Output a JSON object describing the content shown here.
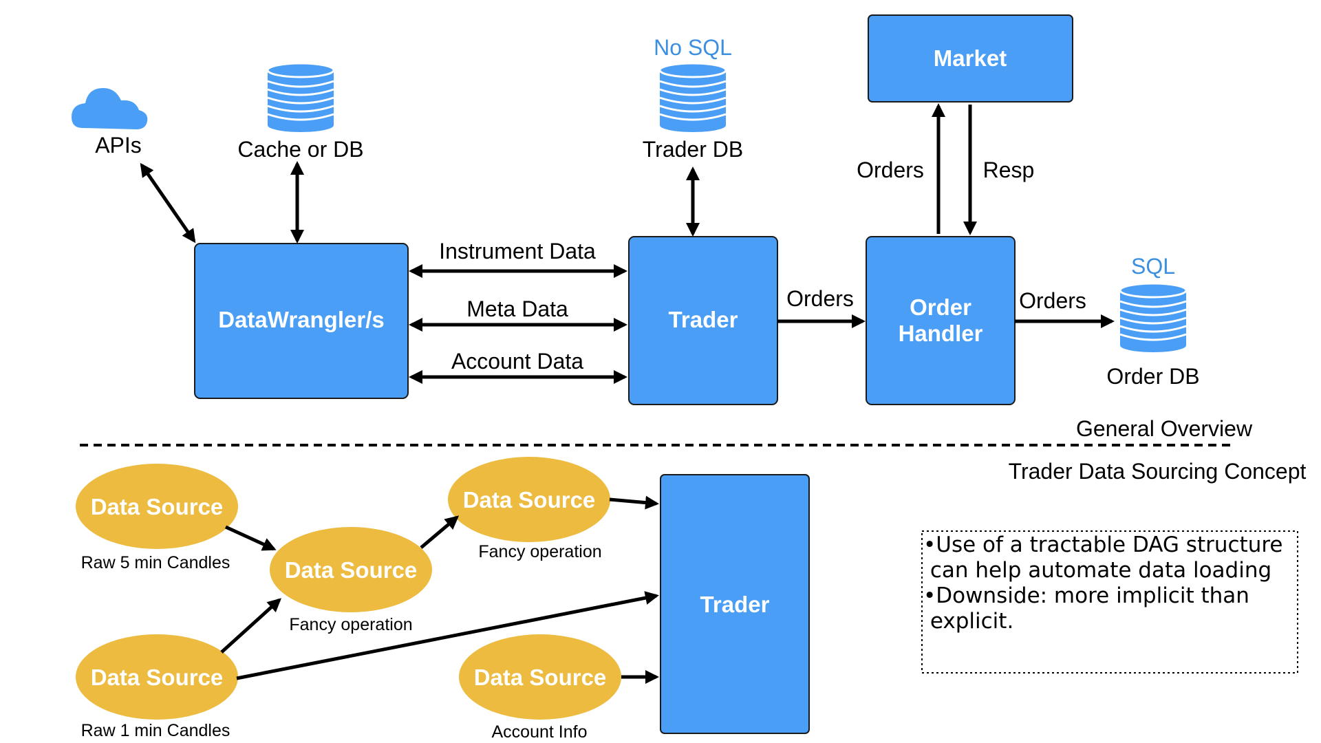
{
  "colors": {
    "box": "#4a9ef5",
    "ellipse": "#ecbb3f",
    "db": "#4a9ef5",
    "accent_text": "#3d8fe0"
  },
  "top": {
    "apis_label": "APIs",
    "cache_label": "Cache or DB",
    "trader_db_tag": "No SQL",
    "trader_db_label": "Trader DB",
    "market_label": "Market",
    "orders_up_label": "Orders",
    "resp_label": "Resp",
    "datawrangler_label": "DataWrangler/s",
    "trader_label": "Trader",
    "order_handler_line1": "Order",
    "order_handler_line2": "Handler",
    "instrument_label": "Instrument Data",
    "meta_label": "Meta Data",
    "account_label": "Account Data",
    "orders_to_handler_label": "Orders",
    "orders_to_db_label": "Orders",
    "order_db_tag": "SQL",
    "order_db_label": "Order DB",
    "section_title": "General Overview"
  },
  "bottom": {
    "section_title": "Trader Data Sourcing Concept",
    "trader_label": "Trader",
    "sources": [
      {
        "label": "Data Source",
        "caption": "Raw 5 min Candles"
      },
      {
        "label": "Data Source",
        "caption": "Fancy operation"
      },
      {
        "label": "Data Source",
        "caption": "Fancy operation"
      },
      {
        "label": "Data Source",
        "caption": "Raw 1 min Candles"
      },
      {
        "label": "Data Source",
        "caption": "Account Info"
      }
    ],
    "notes": [
      "•Use of a tractable DAG structure",
      " can help automate data loading",
      "•Downside: more implicit than",
      " explicit."
    ]
  }
}
